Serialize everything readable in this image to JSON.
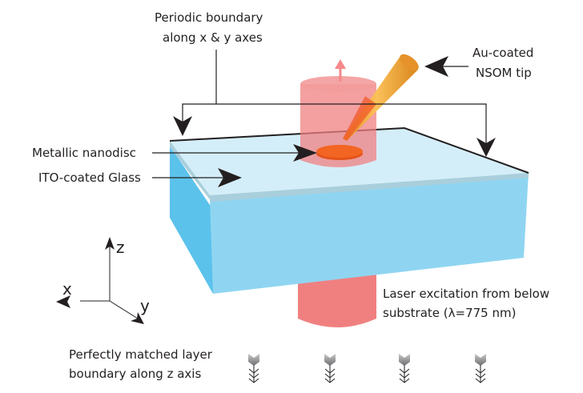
{
  "labels": {
    "periodic_line1": "Periodic boundary",
    "periodic_line2": "along x & y axes",
    "tip_line1": "Au-coated",
    "tip_line2": "NSOM tip",
    "nanodisc": "Metallic nanodisc",
    "glass": "ITO-coated Glass",
    "laser_line1": "Laser excitation from below",
    "laser_line2": "substrate (λ=775 nm)",
    "pml_line1": "Perfectly matched layer",
    "pml_line2": "boundary along z axis"
  },
  "axes": {
    "z": "z",
    "x": "x",
    "y": "y"
  },
  "colors": {
    "glass_top": "#d4eef9",
    "glass_front": "#8fd5f1",
    "glass_side": "#5bc2ec",
    "ito_edge": "#a9cfdc",
    "laser": "#f08080",
    "nanodisc": "#f26522",
    "tip_gold": "#f7a833",
    "arrow": "#231f20"
  },
  "pml_arrow_count": 4
}
